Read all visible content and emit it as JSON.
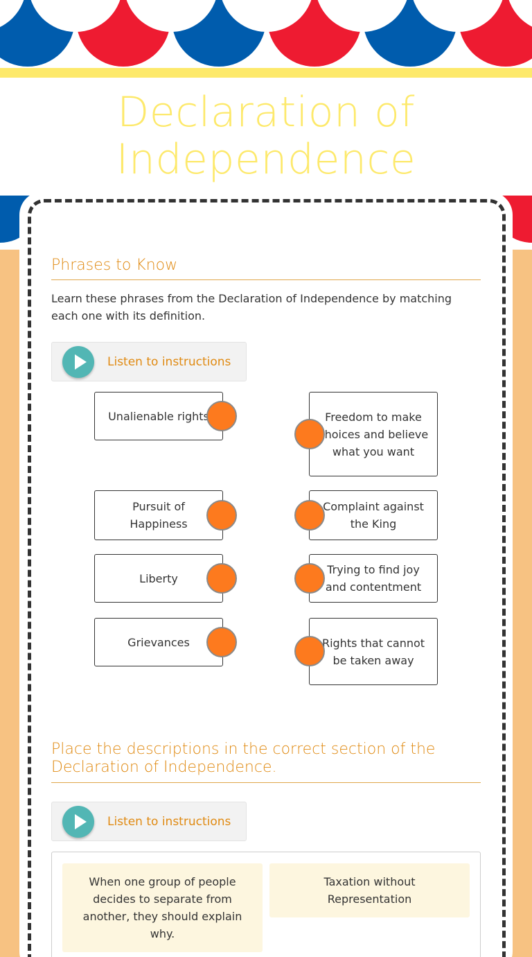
{
  "page": {
    "title": "Declaration of Independence"
  },
  "colors": {
    "blue": "#005cad",
    "red": "#ee1b31",
    "yellow": "#fde96b",
    "accent": "#e08a12",
    "orange_dot": "#fd7a1e",
    "teal": "#52b6b4",
    "background": "#f7c282"
  },
  "section1": {
    "heading": "Phrases to  Know",
    "description": "Learn these phrases from the Declaration of Independence by matching each one with its definition.",
    "listen_label": "Listen to instructions",
    "left_items": [
      "Unalienable rights",
      "Pursuit of Happiness",
      "Liberty",
      "Grievances"
    ],
    "right_items": [
      "Freedom to make choices and believe what you want",
      "Complaint against the King",
      "Trying to find joy and contentment",
      "Rights that cannot be taken away"
    ]
  },
  "section2": {
    "heading": "Place the descriptions in the correct section of the Declaration of Independence.",
    "listen_label": "Listen to instructions",
    "cards": [
      "When one group of people decides to separate from another, they should explain why.",
      "Taxation without Representation"
    ]
  },
  "icons": {
    "play": "play-icon"
  }
}
